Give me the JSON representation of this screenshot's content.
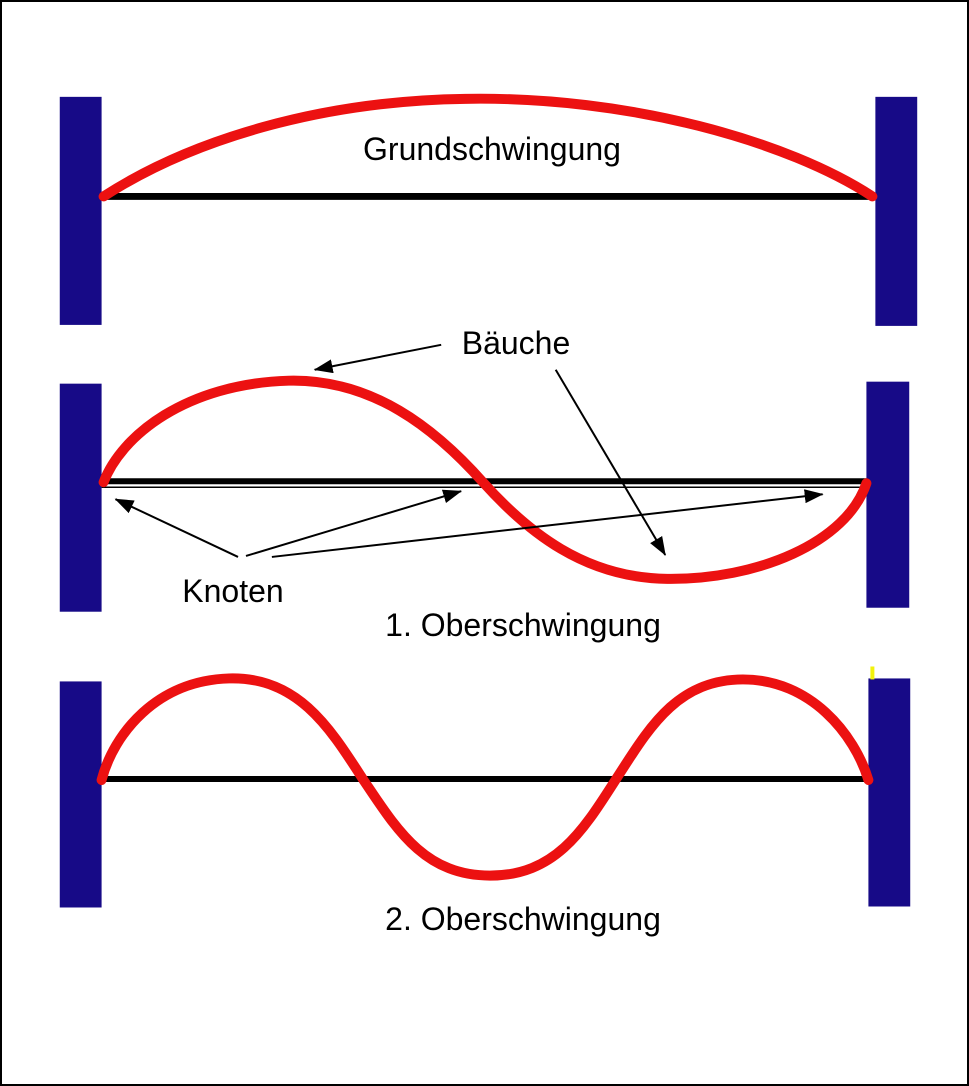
{
  "figure": {
    "type": "standing-waves-diagram",
    "diagrams": [
      {
        "name": "fundamental",
        "label": "Grundschwingung"
      },
      {
        "name": "first-overtone",
        "label": "1. Oberschwingung"
      },
      {
        "name": "second-overtone",
        "label": "2. Oberschwingung"
      }
    ],
    "annotations": {
      "antinodes_label": "Bäuche",
      "nodes_label": "Knoten",
      "antinode_arrow_count": 2,
      "node_arrow_count": 3
    }
  },
  "colors": {
    "background": "#ffffff",
    "border": "#000000",
    "support": "#170a87",
    "string": "#000000",
    "wave": "#ec1111",
    "arrow": "#000000",
    "text": "#000000",
    "artifact": "#f2f20c"
  }
}
